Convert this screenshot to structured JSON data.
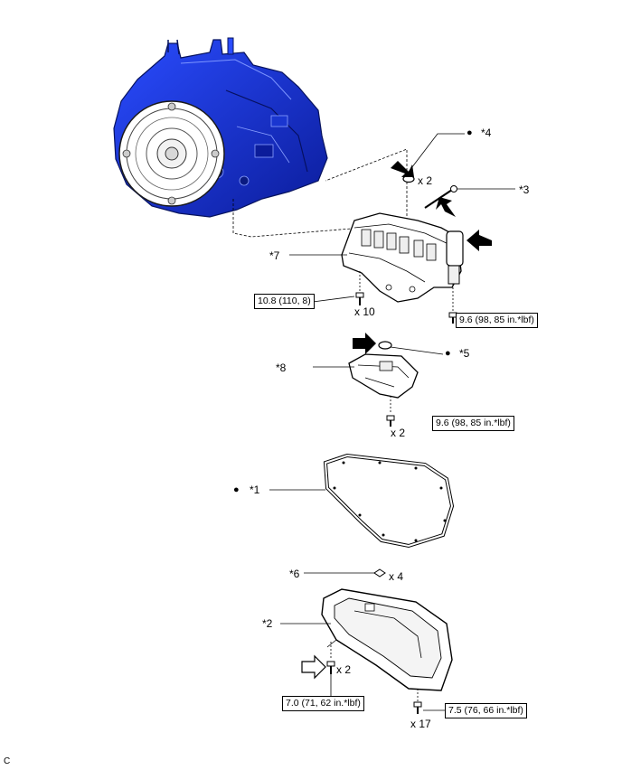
{
  "callouts": {
    "c1": "*1",
    "c2": "*2",
    "c3": "*3",
    "c4": "*4",
    "c5": "*5",
    "c6": "*6",
    "c7": "*7",
    "c8": "*8"
  },
  "quantities": {
    "q_oring_top": "x 2",
    "q_valve_bolts": "x 10",
    "q_strainer_bolts": "x 2",
    "q_magnets": "x 4",
    "q_pan_small_bolts": "x 2",
    "q_pan_bolts": "x 17"
  },
  "torques": {
    "t_valve_body": "10.8 (110, 8)",
    "t_solenoid": "9.6 (98, 85 in.*lbf)",
    "t_strainer": "9.6 (98, 85 in.*lbf)",
    "t_pan_left": "7.0 (71, 62 in.*lbf)",
    "t_pan_right": "7.5 (76, 66 in.*lbf)"
  },
  "marks": {
    "bullet": "●",
    "corner_code": "C"
  },
  "colors": {
    "transaxle_blue": "#1432d8",
    "transaxle_dark": "#0a1a80",
    "line": "#000000"
  }
}
